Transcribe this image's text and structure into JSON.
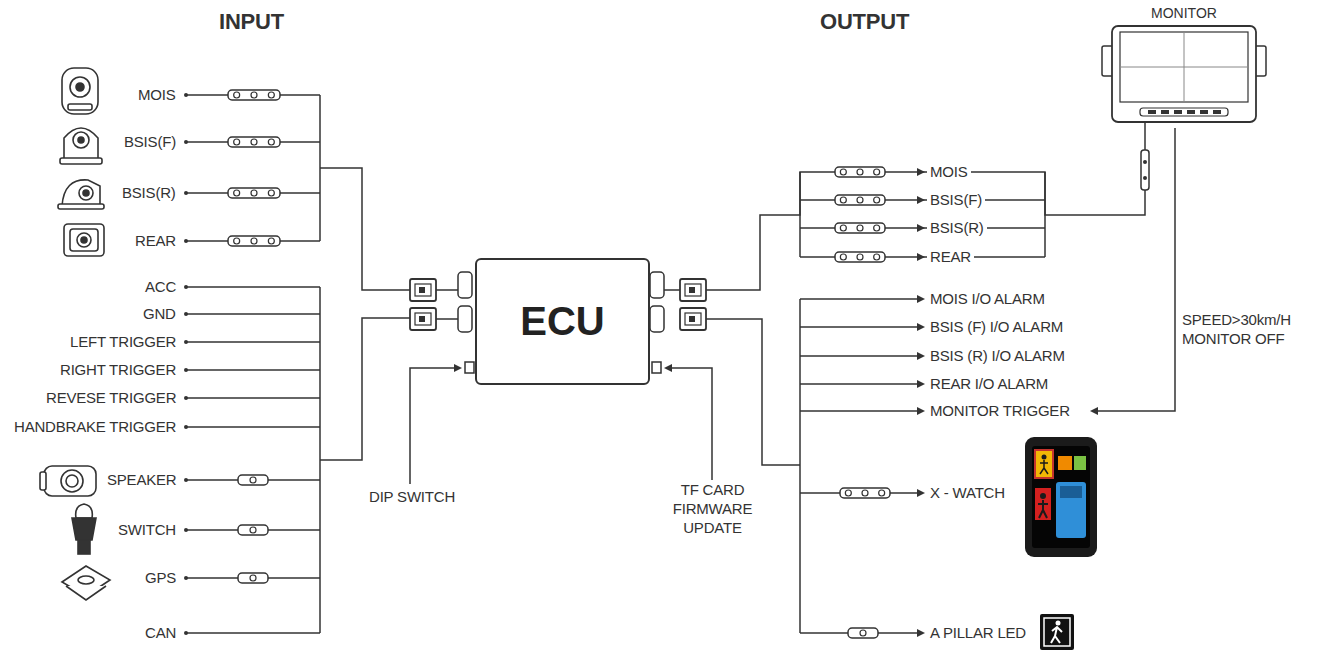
{
  "diagram": {
    "nodes": [
      {
        "text": [
          "ECU"
        ]
      },
      {
        "text": [
          "MONITOR"
        ]
      }
    ],
    "edges": [
      {
        "from": 0,
        "to": 1,
        "arrow": "none"
      }
    ],
    "labels": [
      "INPUT",
      "OUTPUT",
      "MOIS",
      "BSIS(F)",
      "BSIS(R)",
      "REAR",
      "ACC",
      "GND",
      "LEFT TRIGGER",
      "RIGHT TRIGGER",
      "REVESE TRIGGER",
      "HANDBRAKE TRIGGER",
      "SPEAKER",
      "SWITCH",
      "GPS",
      "CAN",
      "DIP SWITCH",
      "TF CARD FIRMWARE UPDATE",
      "MOIS",
      "BSIS(F)",
      "BSIS(R)",
      "REAR",
      "MOIS I/O ALARM",
      "BSIS (F) I/O ALARM",
      "BSIS (R) I/O ALARM",
      "REAR I/O ALARM",
      "MONITOR TRIGGER",
      "SPEED>30km/H MONITOR OFF",
      "X - WATCH",
      "A PILLAR LED"
    ]
  }
}
